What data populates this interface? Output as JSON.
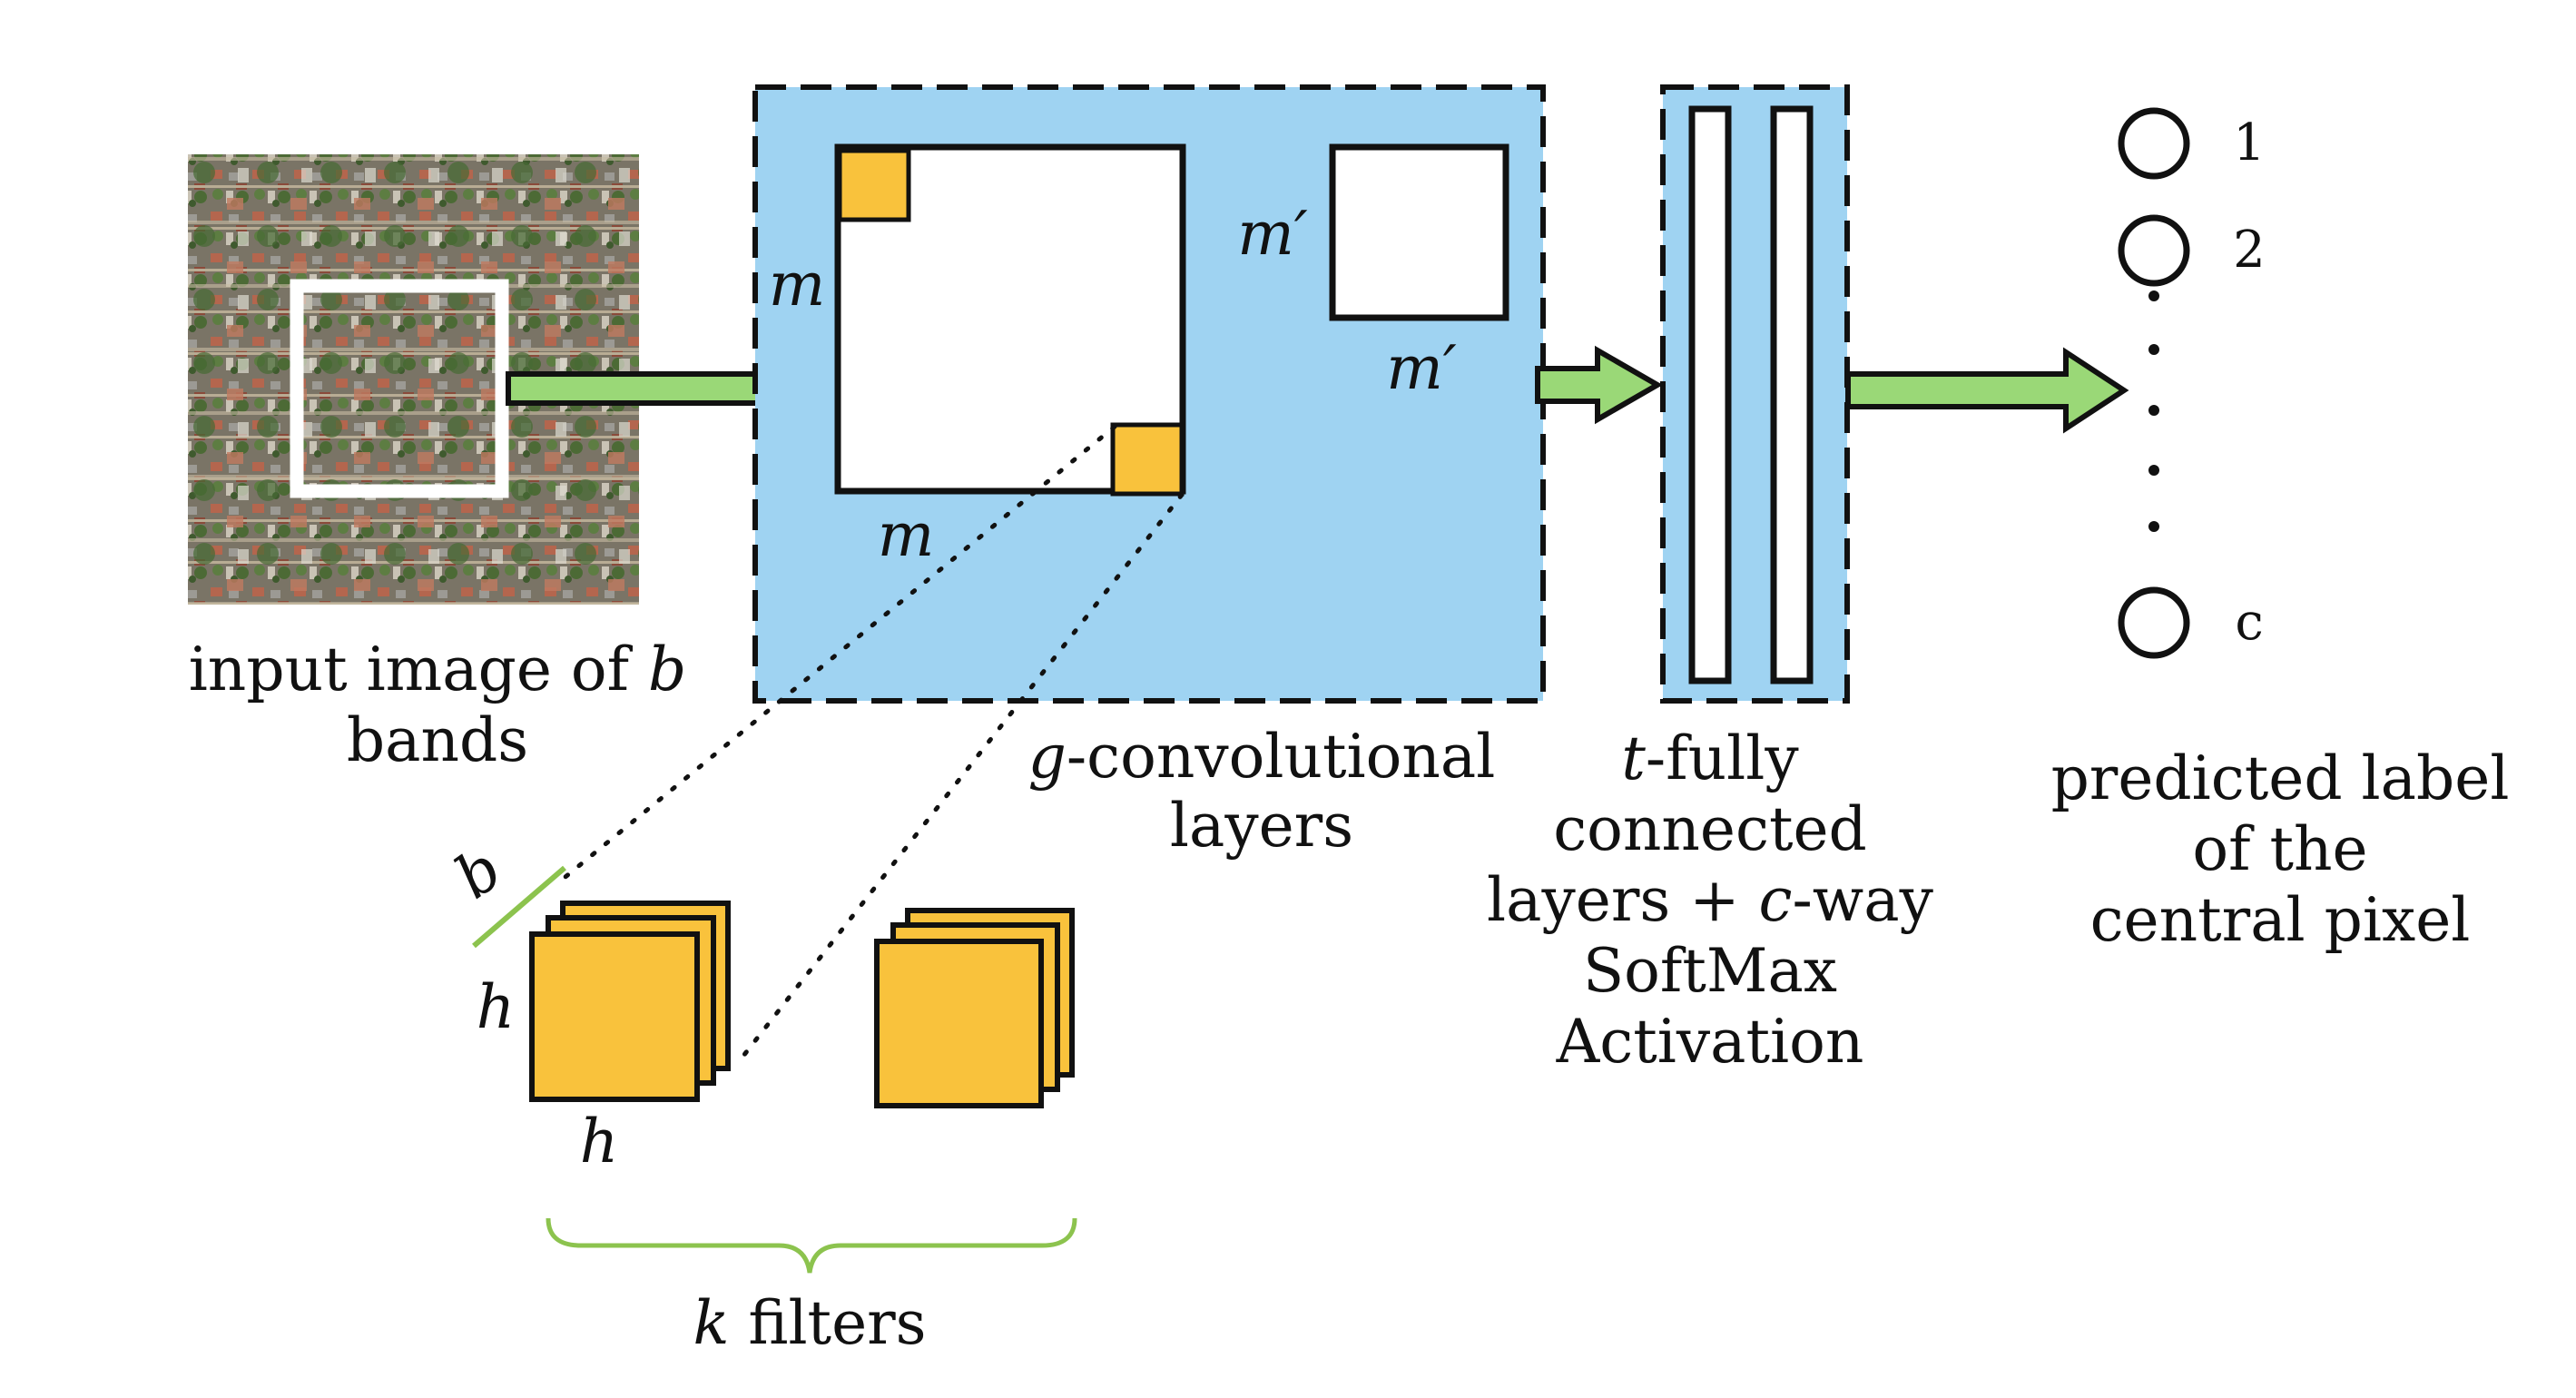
{
  "input": {
    "label_line1": "input image of ",
    "label_var": "b",
    "label_line2": "bands"
  },
  "conv": {
    "dim_m_left": "m",
    "dim_m_bottom": "m",
    "dim_mp_left": "m′",
    "dim_mp_bottom": "m′",
    "label_var": "g",
    "label_line1": "-convolutional",
    "label_line2": "layers"
  },
  "filters": {
    "dim_b": "b",
    "dim_h_left": "h",
    "dim_h_bottom": "h",
    "label_var": "k",
    "label_text": " filters"
  },
  "fc": {
    "line1_var": "t",
    "line1_text": "-fully",
    "line2": "connected",
    "line3_pre": "layers + ",
    "line3_var": "c",
    "line3_post": "-way",
    "line4": "SoftMax",
    "line5": "Activation"
  },
  "outputs": {
    "nodes": [
      "1",
      "2",
      "c"
    ],
    "label_line1": "predicted label",
    "label_line2": "of the",
    "label_line3": "central pixel"
  },
  "colors": {
    "panel_blue": "#9fd3f2",
    "filter_yellow": "#f9c23c",
    "arrow_green": "#9ad877",
    "brace_green": "#8cc34e"
  }
}
